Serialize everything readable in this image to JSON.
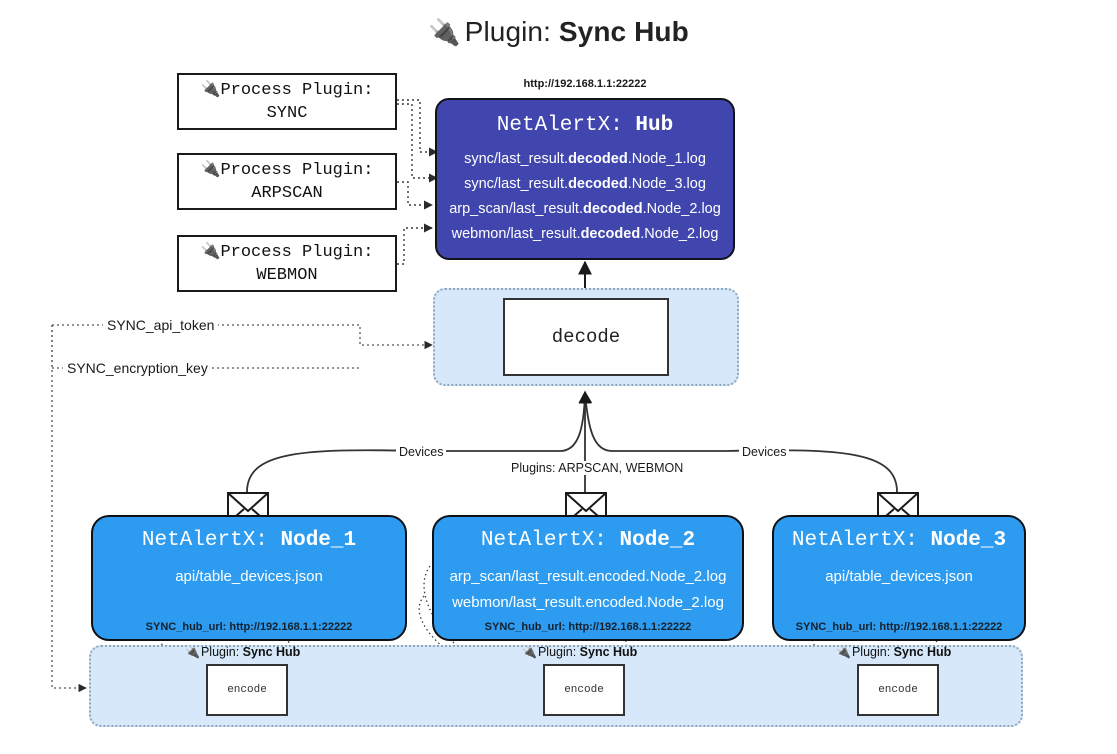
{
  "title": {
    "icon": "plug-icon",
    "glyph": "🔌",
    "prefix": "Plugin: ",
    "name": "Sync Hub"
  },
  "process_plugins": [
    {
      "icon": "plug-icon",
      "glyph": "🔌",
      "line1": "Process Plugin:",
      "line2": "SYNC"
    },
    {
      "icon": "plug-icon",
      "glyph": "🔌",
      "line1": "Process Plugin:",
      "line2": "ARPSCAN"
    },
    {
      "icon": "plug-icon",
      "glyph": "🔌",
      "line1": "Process Plugin:",
      "line2": "WEBMON"
    }
  ],
  "hub": {
    "url": "http://192.168.1.1:22222",
    "title_prefix": "NetAlertX: ",
    "title_name": "Hub",
    "lines": [
      {
        "pre": "sync/last_result.",
        "mid": "decoded",
        "post": ".Node_1.log"
      },
      {
        "pre": "sync/last_result.",
        "mid": "decoded",
        "post": ".Node_3.log"
      },
      {
        "pre": "arp_scan/last_result.",
        "mid": "decoded",
        "post": ".Node_2.log"
      },
      {
        "pre": "webmon/last_result.",
        "mid": "decoded",
        "post": ".Node_2.log"
      }
    ]
  },
  "decode": {
    "label": "decode"
  },
  "tokens": [
    {
      "label": "SYNC_api_token"
    },
    {
      "label": "SYNC_encryption_key"
    }
  ],
  "edge_labels": {
    "devices_left": "Devices",
    "devices_right": "Devices",
    "plugins_middle": "Plugins: ARPSCAN, WEBMON"
  },
  "nodes": [
    {
      "title_prefix": "NetAlertX: ",
      "title_name": "Node_1",
      "lines": [
        "api/table_devices.json"
      ],
      "footer": "SYNC_hub_url: http://192.168.1.1:22222"
    },
    {
      "title_prefix": "NetAlertX: ",
      "title_name": "Node_2",
      "lines": [
        "arp_scan/last_result.encoded.Node_2.log",
        "webmon/last_result.encoded.Node_2.log"
      ],
      "footer": "SYNC_hub_url: http://192.168.1.1:22222"
    },
    {
      "title_prefix": "NetAlertX: ",
      "title_name": "Node_3",
      "lines": [
        "api/table_devices.json"
      ],
      "footer": "SYNC_hub_url: http://192.168.1.1:22222"
    }
  ],
  "encoders": [
    {
      "caption_icon": "plug-icon",
      "caption_glyph": "🔌",
      "caption_prefix": "Plugin: ",
      "caption_name": "Sync Hub",
      "label": "encode"
    },
    {
      "caption_icon": "plug-icon",
      "caption_glyph": "🔌",
      "caption_prefix": "Plugin: ",
      "caption_name": "Sync Hub",
      "label": "encode"
    },
    {
      "caption_icon": "plug-icon",
      "caption_glyph": "🔌",
      "caption_prefix": "Plugin: ",
      "caption_name": "Sync Hub",
      "label": "encode"
    }
  ],
  "colors": {
    "hub_fill": "#4046ae",
    "node_fill": "#2d9cf0",
    "group_fill": "#d6e8f9",
    "group_border": "#8fa8bd",
    "stroke": "#1a1a1a"
  }
}
